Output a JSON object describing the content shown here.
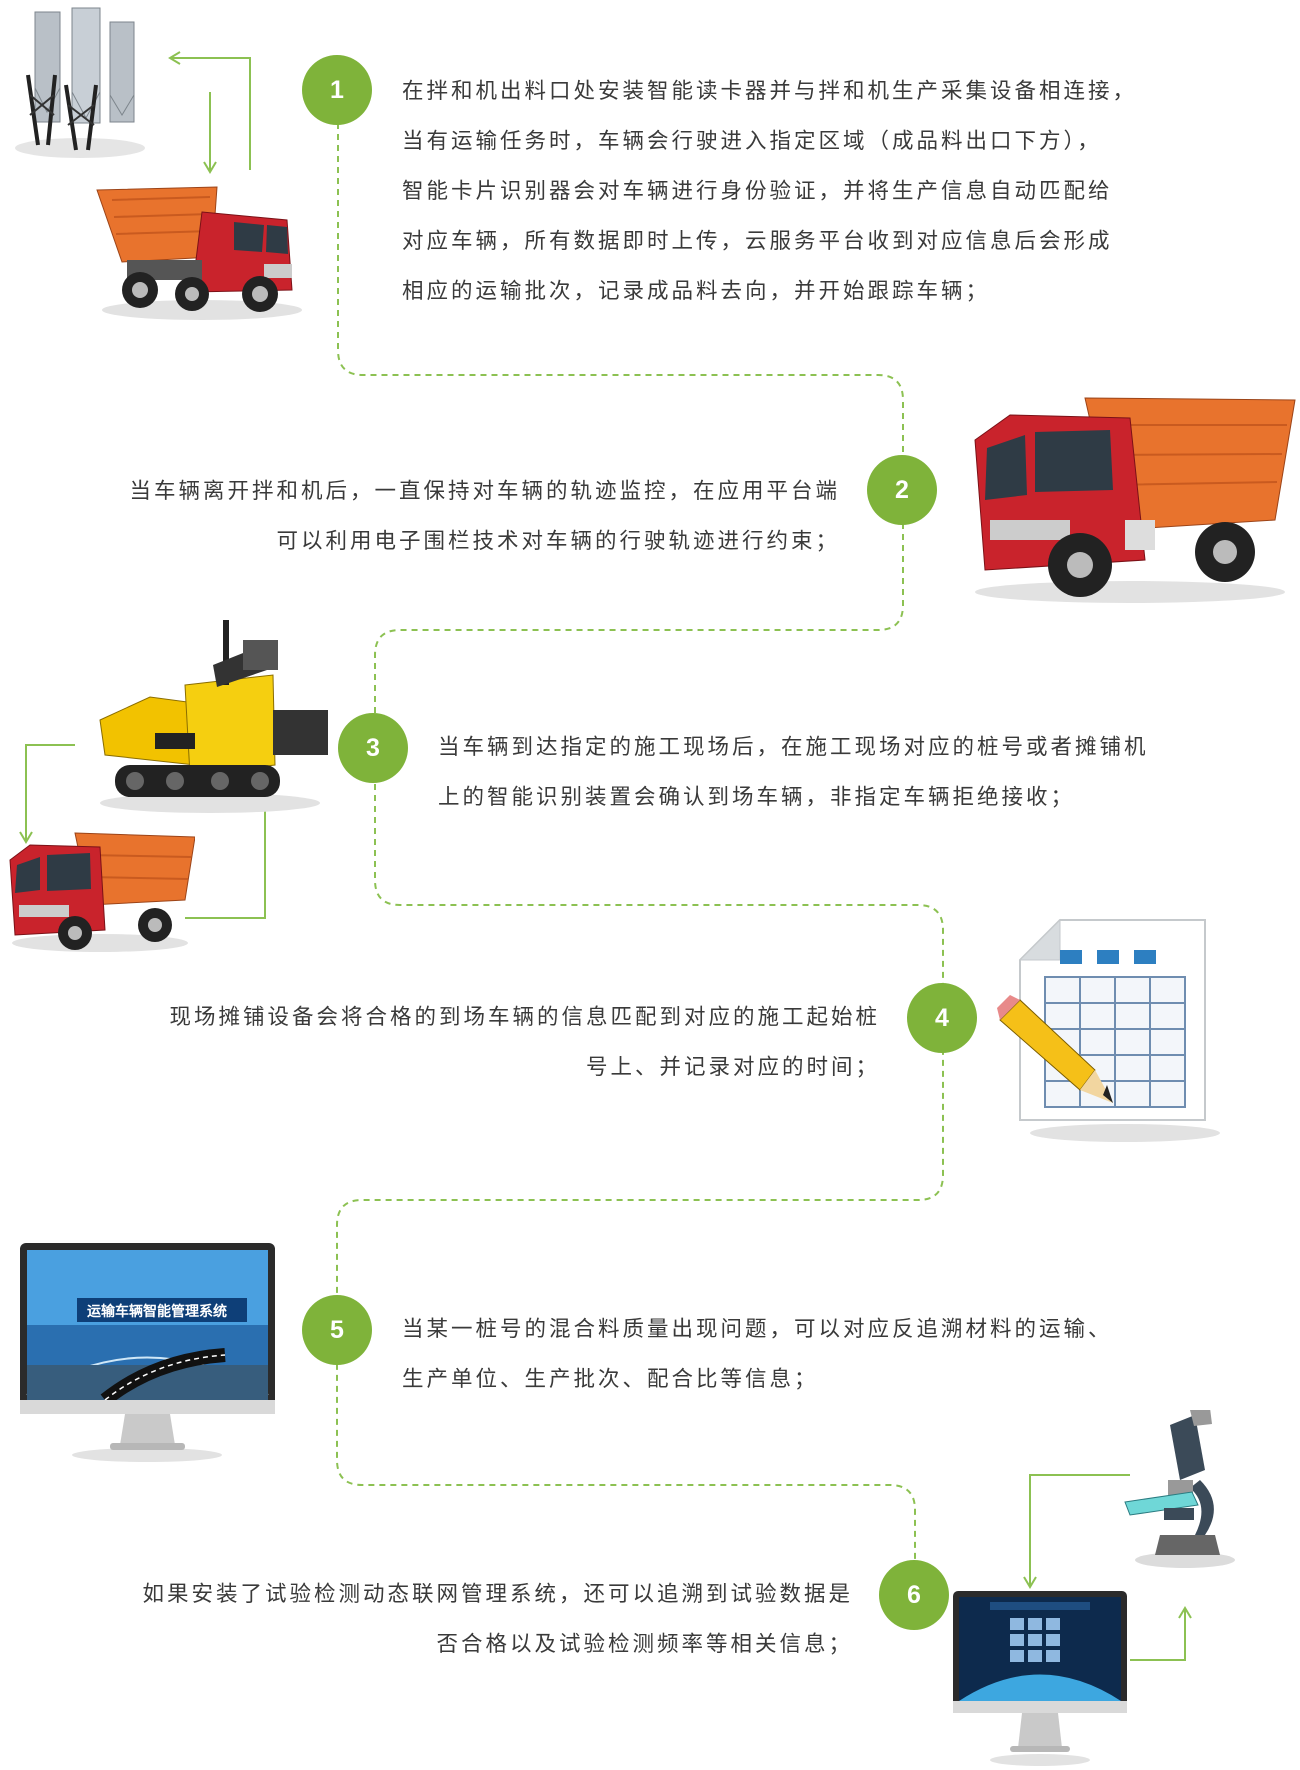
{
  "accent_color": "#7fb33a",
  "steps": [
    {
      "number": "1",
      "lines": [
        "在拌和机出料口处安装智能读卡器并与拌和机生产采集设备相连接，",
        "当有运输任务时，车辆会行驶进入指定区域（成品料出口下方），",
        "智能卡片识别器会对车辆进行身份验证，并将生产信息自动匹配给",
        "对应车辆，所有数据即时上传，云服务平台收到对应信息后会形成",
        "相应的运输批次，记录成品料去向，并开始跟踪车辆；"
      ],
      "icons": [
        "mixing-plant-icon",
        "dump-truck-icon"
      ]
    },
    {
      "number": "2",
      "lines": [
        "当车辆离开拌和机后，一直保持对车辆的轨迹监控，在应用平台端",
        "可以利用电子围栏技术对车辆的行驶轨迹进行约束；"
      ],
      "icons": [
        "dump-truck-icon"
      ]
    },
    {
      "number": "3",
      "lines": [
        "当车辆到达指定的施工现场后，在施工现场对应的桩号或者摊铺机",
        "上的智能识别装置会确认到场车辆，非指定车辆拒绝接收；"
      ],
      "icons": [
        "asphalt-paver-icon",
        "dump-truck-icon"
      ]
    },
    {
      "number": "4",
      "lines": [
        "现场摊铺设备会将合格的到场车辆的信息匹配到对应的施工起始桩",
        "号上、并记录对应的时间；"
      ],
      "icons": [
        "spreadsheet-pencil-icon"
      ]
    },
    {
      "number": "5",
      "lines": [
        "当某一桩号的混合料质量出现问题，可以对应反追溯材料的运输、",
        "生产单位、生产批次、配合比等信息；"
      ],
      "icons": [
        "monitor-icon"
      ],
      "screen_title": "运输车辆智能管理系统"
    },
    {
      "number": "6",
      "lines": [
        "如果安装了试验检测动态联网管理系统，还可以追溯到试验数据是",
        "否合格以及试验检测频率等相关信息；"
      ],
      "icons": [
        "microscope-icon",
        "monitor-icon"
      ]
    }
  ]
}
